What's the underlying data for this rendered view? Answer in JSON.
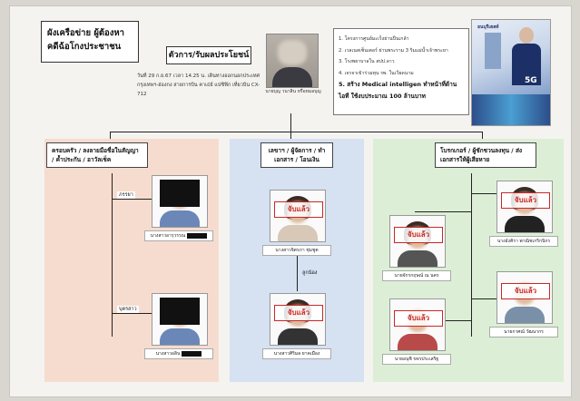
{
  "title": "ผังเครือข่าย ผู้ต้องหาคดีฉ้อโกงประชาชน",
  "role": "ตัวการ/รับผลประโยชน์",
  "main_person": {
    "name": "นายบุญ วนาสิน หรือหมอบุญ"
  },
  "date_text": "วันที่ 29 ก.ย.67 เวลา 14.25 น. เดินทางออกนอกประเทศ กรุงเทพฯ-ฮ่องกง สายการบิน คาเธ่ย์ แปซิฟิก เที่ยวบิน CX-712",
  "projects": [
    "1. โครงการศูนย์มะเร็งย่านปิ่นเกล้า",
    "2. เวลเนสเซ็นเตอร์ ย่านพระราม 3 ริมแม่น้ำเจ้าพระยา",
    "3. โรงพยาบาลใน สปป.ลาว",
    "4. เจรจาเข้าร่วมทุน รพ. ในเวียดนาม",
    "5. สร้าง Medical intelligen ทำหน้าที่ด้านไอที ใช้งบประมาณ 100 ล้านบาท"
  ],
  "poster": {
    "brand": "ธนบุรีเฮลท์",
    "mark": "5G"
  },
  "arrested_label": "จับแล้ว",
  "panels": {
    "left": {
      "header": "ครอบครัว / ลงลายมือชื่อในสัญญา / ค้ำประกัน / อาวัลเช็ค",
      "people": [
        {
          "relation": "ภรรยา",
          "name": "นางสาวอารุวรรณ"
        },
        {
          "relation": "บุตรสาว",
          "name": "นางสาวอลิน"
        }
      ]
    },
    "mid": {
      "header": "เลขาฯ / ผู้จัดการ / ทำเอกสาร / โอนเงิน",
      "relation_between": "ลูกน้อง",
      "people": [
        {
          "name": "นางสาวจิตรภา ชุ่มชูต"
        },
        {
          "name": "นางสาวศิริมล ยาคเมือง"
        }
      ]
    },
    "right": {
      "header": "โบรกเกอร์ / ผู้ชักชวนลงทุน / ส่งเอกสารให้ผู้เสียหาย",
      "people": [
        {
          "name": "นายจักรกฤษณ์ ณ นคร"
        },
        {
          "name": "นางอังคิรา พาณิชเกริกนิกร"
        },
        {
          "name": "นายกาศณ์ วัฒนากร"
        },
        {
          "name": "นายอนุชิ ขจรประเสริฐ"
        }
      ]
    }
  }
}
